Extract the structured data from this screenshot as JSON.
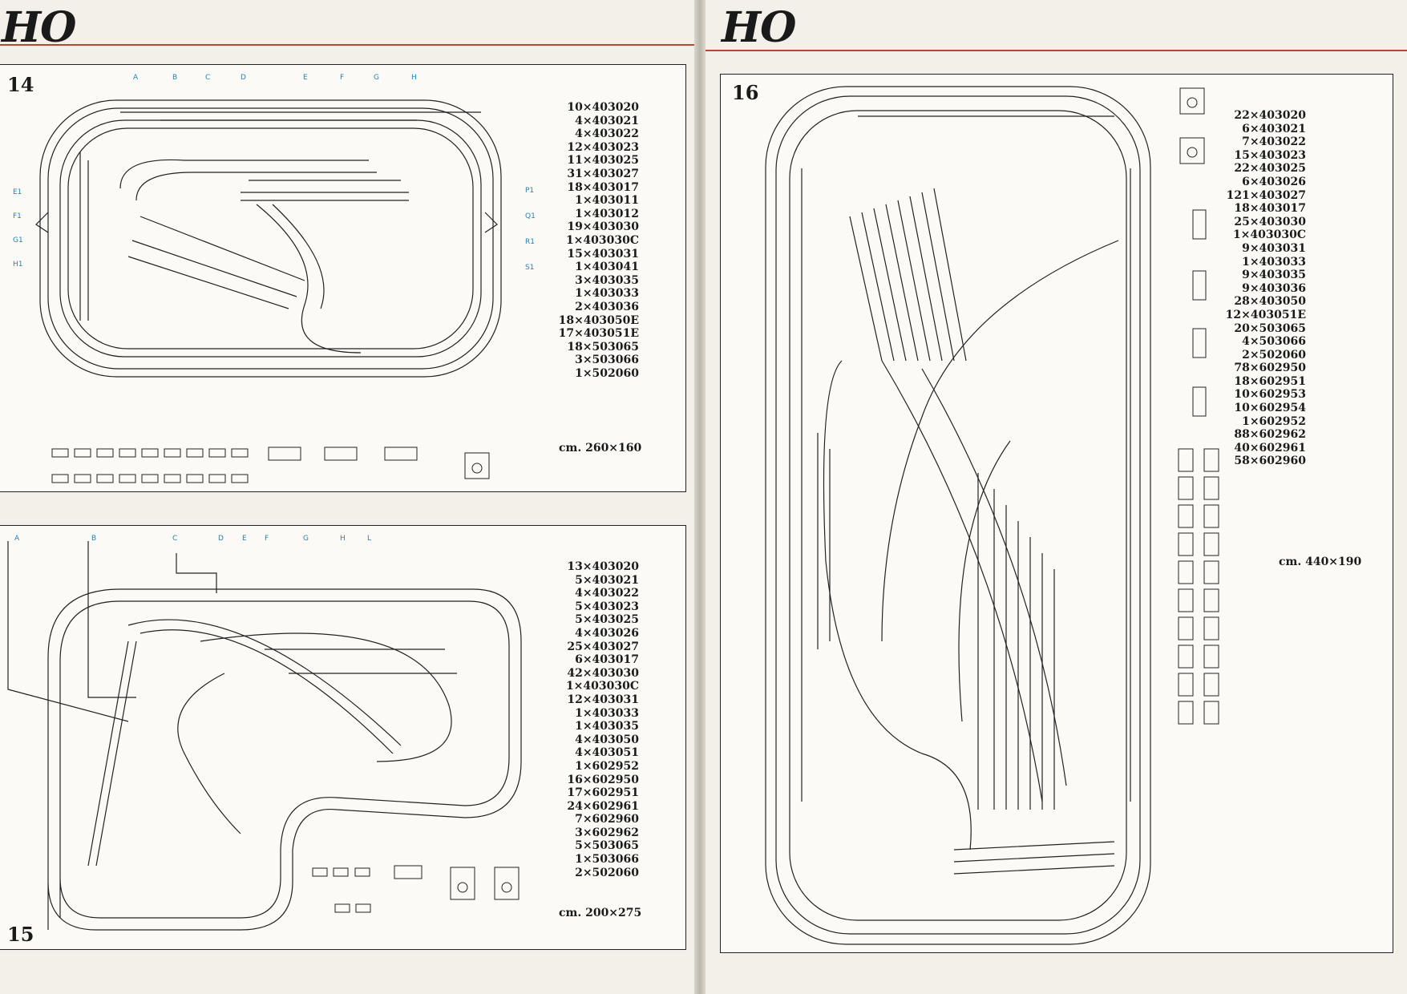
{
  "left_page": {
    "header": "HO"
  },
  "right_page": {
    "header": "HO"
  },
  "layouts": [
    {
      "id": "layout-14",
      "number": "14",
      "dimensions": "cm. 260×160",
      "parts": [
        "10×403020",
        "4×403021",
        "4×403022",
        "12×403023",
        "11×403025",
        "31×403027",
        "18×403017",
        "1×403011",
        "1×403012",
        "19×403030",
        "1×403030C",
        "15×403031",
        "1×403041",
        "3×403035",
        "1×403033",
        "2×403036",
        "18×403050E",
        "17×403051E",
        "18×503065",
        "3×503066",
        "1×502060"
      ],
      "top_labels": [
        "A",
        "B",
        "C",
        "D",
        "E",
        "F",
        "G",
        "H"
      ],
      "side_labels": [
        "E1",
        "F1",
        "G1",
        "H1"
      ],
      "right_labels": [
        "P1",
        "Q1",
        "R1",
        "S1"
      ]
    },
    {
      "id": "layout-15",
      "number": "15",
      "dimensions": "cm. 200×275",
      "parts": [
        "13×403020",
        "5×403021",
        "4×403022",
        "5×403023",
        "5×403025",
        "4×403026",
        "25×403027",
        "6×403017",
        "42×403030",
        "1×403030C",
        "12×403031",
        "1×403033",
        "1×403035",
        "4×403050",
        "4×403051",
        "1×602952",
        "16×602950",
        "17×602951",
        "24×602961",
        "7×602960",
        "3×602962",
        "5×503065",
        "1×503066",
        "2×502060"
      ],
      "top_labels": [
        "A",
        "B",
        "C",
        "D",
        "E",
        "F",
        "G",
        "H",
        "L"
      ]
    },
    {
      "id": "layout-16",
      "number": "16",
      "dimensions": "cm. 440×190",
      "parts": [
        "22×403020",
        "6×403021",
        "7×403022",
        "15×403023",
        "22×403025",
        "6×403026",
        "121×403027",
        "18×403017",
        "25×403030",
        "1×403030C",
        "9×403031",
        "1×403033",
        "9×403035",
        "9×403036",
        "28×403050",
        "12×403051E",
        "20×503065",
        "4×503066",
        "2×502060",
        "78×602950",
        "18×602951",
        "10×602953",
        "10×602954",
        "1×602952",
        "88×602962",
        "40×602961",
        "58×602960"
      ]
    }
  ],
  "colors": {
    "accent_rule": "#b5482e",
    "label_blue": "#2a7fb8",
    "label_red": "#c0304a",
    "ink": "#1a1a1a"
  }
}
